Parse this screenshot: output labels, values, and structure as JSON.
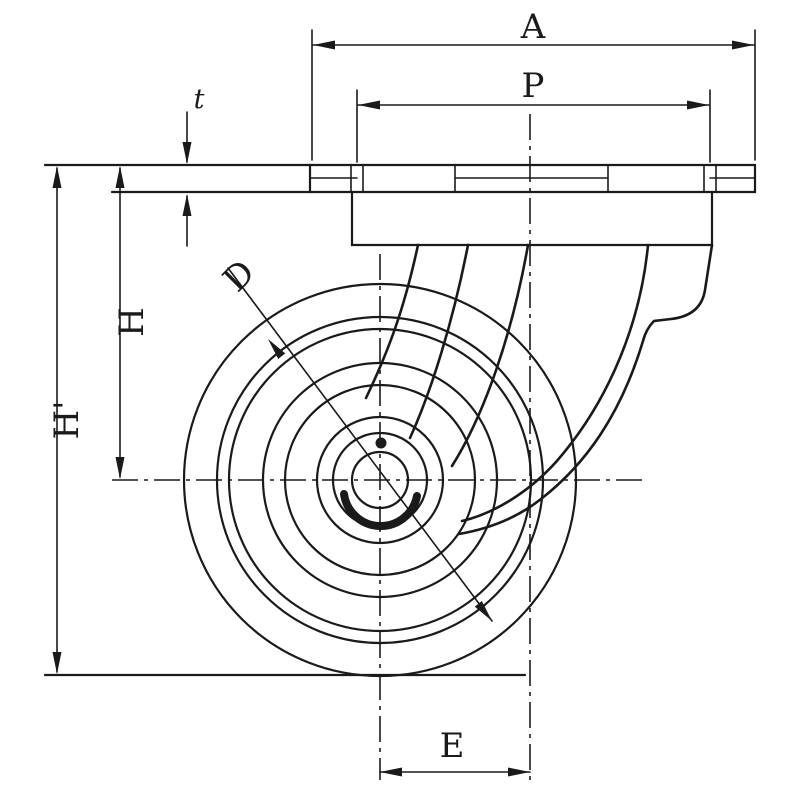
{
  "diagram": {
    "labels": {
      "overall_width": "A",
      "bolt_pitch": "P",
      "plate_thickness": "t",
      "axle_height": "H",
      "overall_height": "H'",
      "wheel_diameter": "D",
      "swivel_offset": "E"
    },
    "colors": {
      "line": "#1a1a1a",
      "background": "#ffffff"
    }
  }
}
